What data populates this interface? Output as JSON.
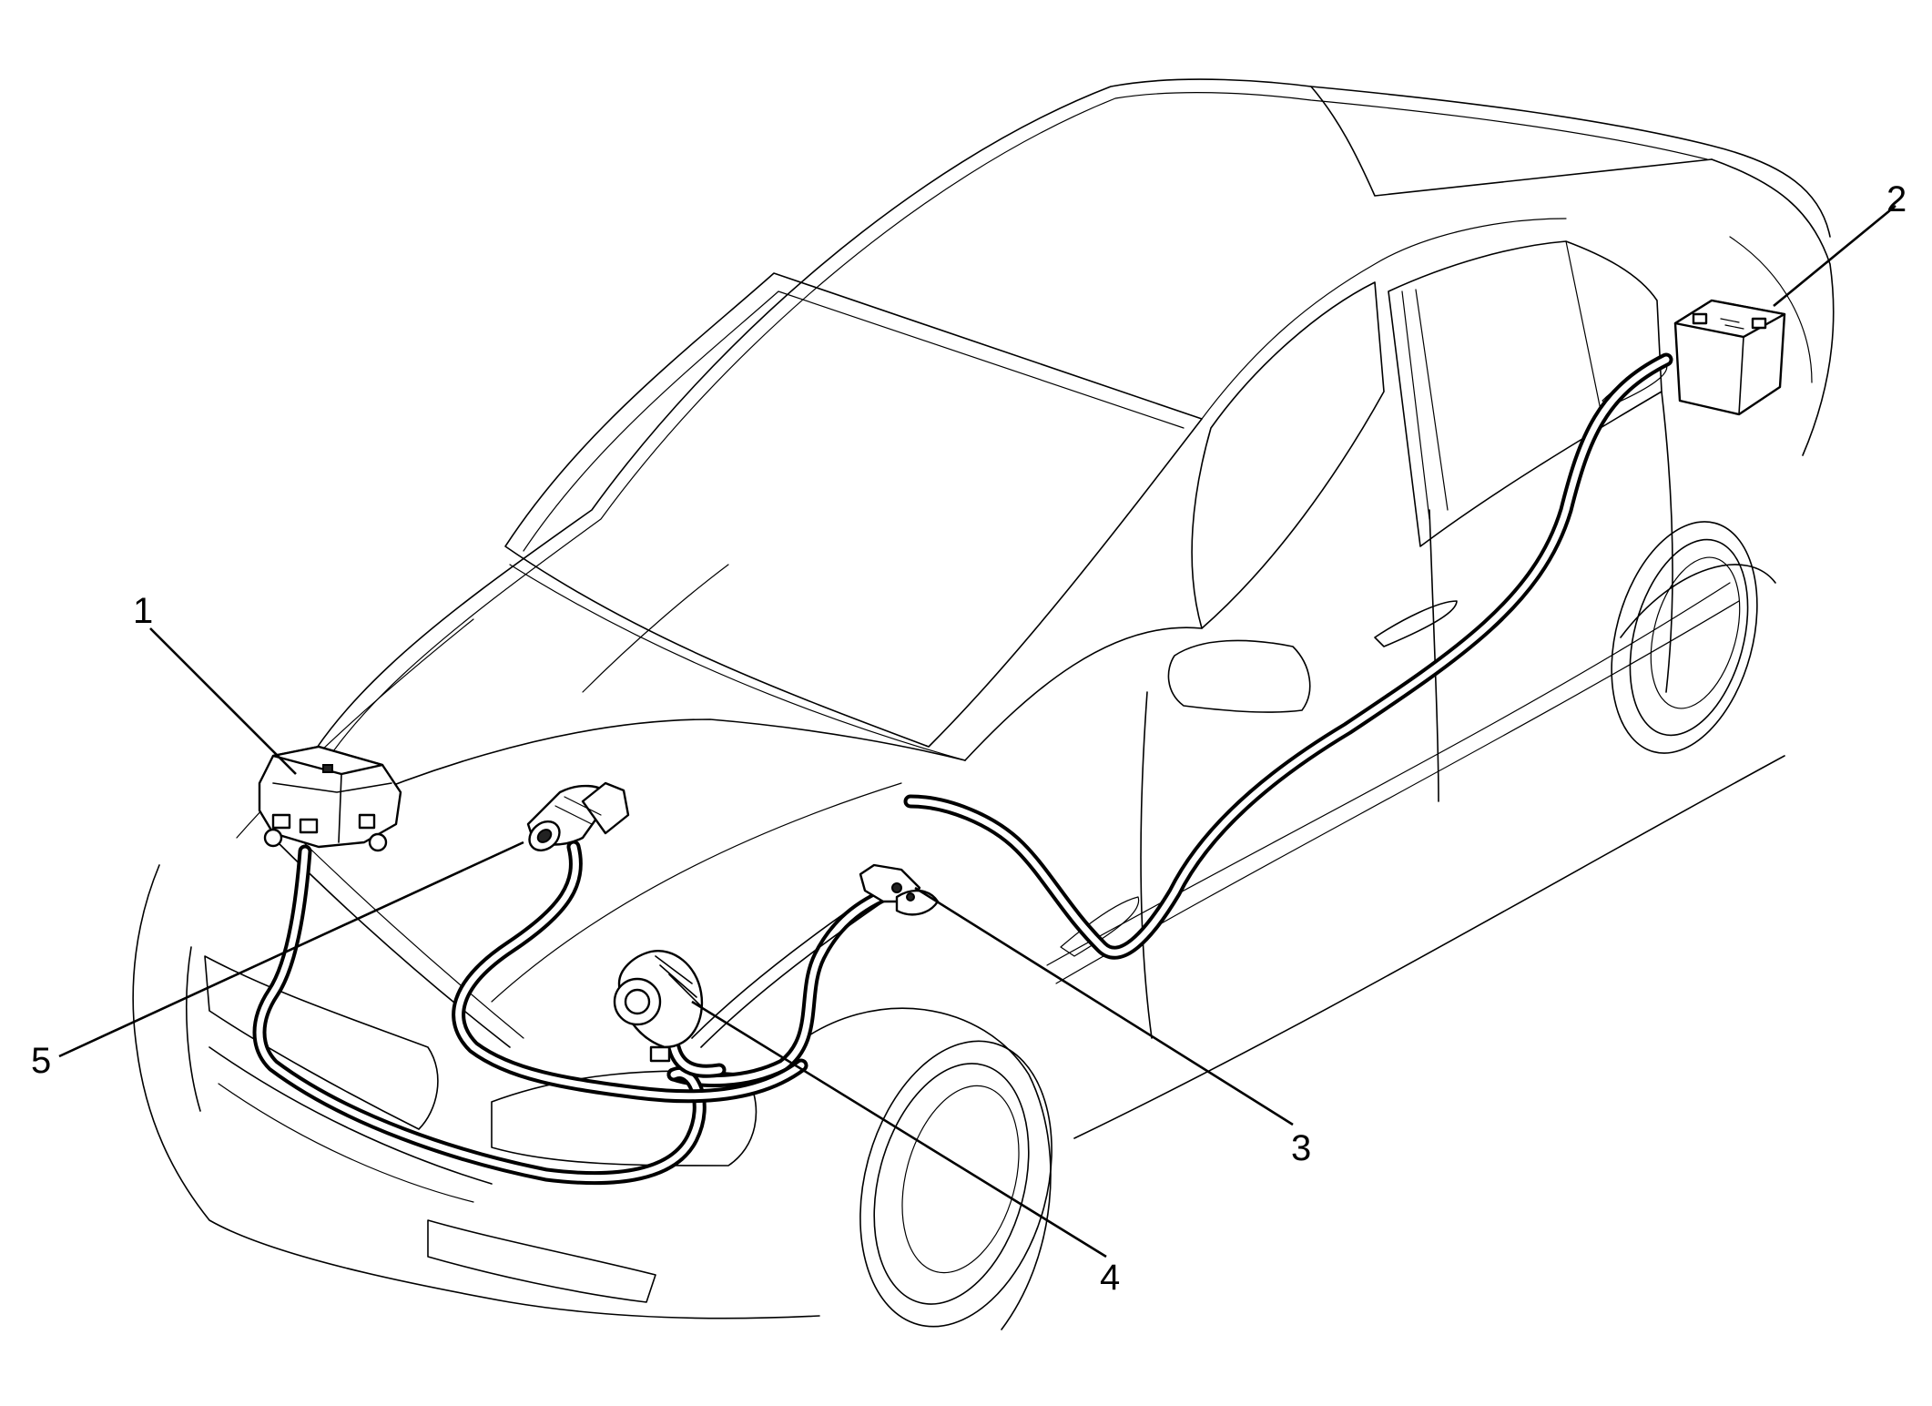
{
  "callouts": [
    {
      "id": "1",
      "text": "1"
    },
    {
      "id": "2",
      "text": "2"
    },
    {
      "id": "3",
      "text": "3"
    },
    {
      "id": "4",
      "text": "4"
    },
    {
      "id": "5",
      "text": "5"
    }
  ],
  "icons": {
    "component_1": "fuse-block-icon",
    "component_2": "battery-icon",
    "component_3": "ground-connection-icon",
    "component_4": "generator-icon",
    "component_5": "starter-motor-icon"
  }
}
